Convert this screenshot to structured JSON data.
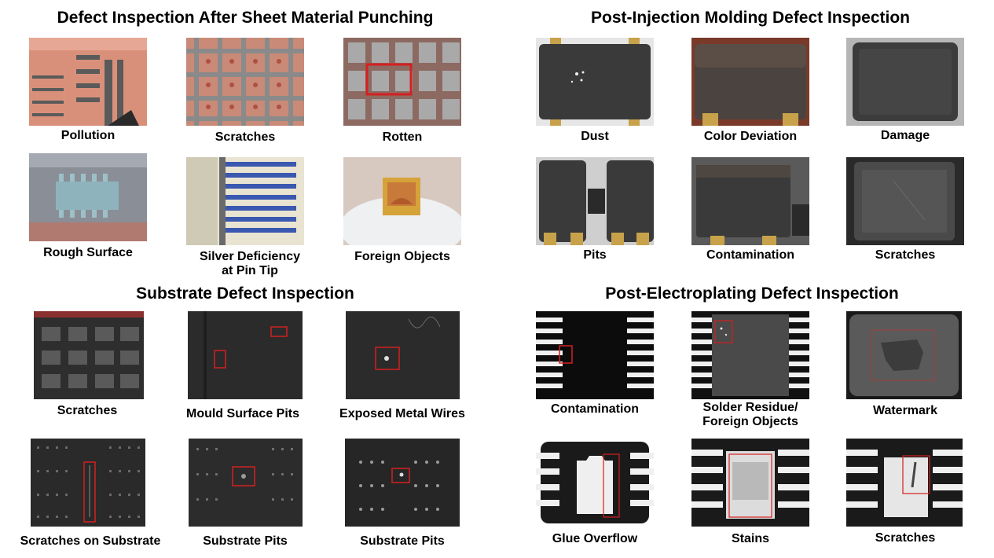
{
  "sections": {
    "punching": {
      "title": "Defect Inspection After Sheet Material Punching",
      "items": [
        "Pollution",
        "Scratches",
        "Rotten",
        "Rough Surface",
        "Silver Deficiency",
        "Foreign Objects"
      ],
      "item_line2": {
        "silver": "at Pin Tip"
      }
    },
    "molding": {
      "title": "Post-Injection Molding Defect Inspection",
      "items": [
        "Dust",
        "Color Deviation",
        "Damage",
        "Pits",
        "Contamination",
        "Scratches"
      ]
    },
    "substrate": {
      "title": "Substrate Defect Inspection",
      "items": [
        "Scratches",
        "Mould Surface Pits",
        "Exposed Metal Wires",
        "Scratches on Substrate",
        "Substrate Pits",
        "Substrate Pits"
      ]
    },
    "electroplating": {
      "title": "Post-Electroplating Defect Inspection",
      "items": [
        "Contamination",
        "Solder Residue/",
        "Watermark",
        "Glue Overflow",
        "Stains",
        "Scratches"
      ],
      "item_line2": {
        "solder": "Foreign Objects"
      }
    }
  },
  "colors": {
    "defect_box": "#d42020",
    "copper": "#d9907a",
    "mold_dark": "#3a3a3a",
    "pad_gold": "#c8a24a"
  }
}
